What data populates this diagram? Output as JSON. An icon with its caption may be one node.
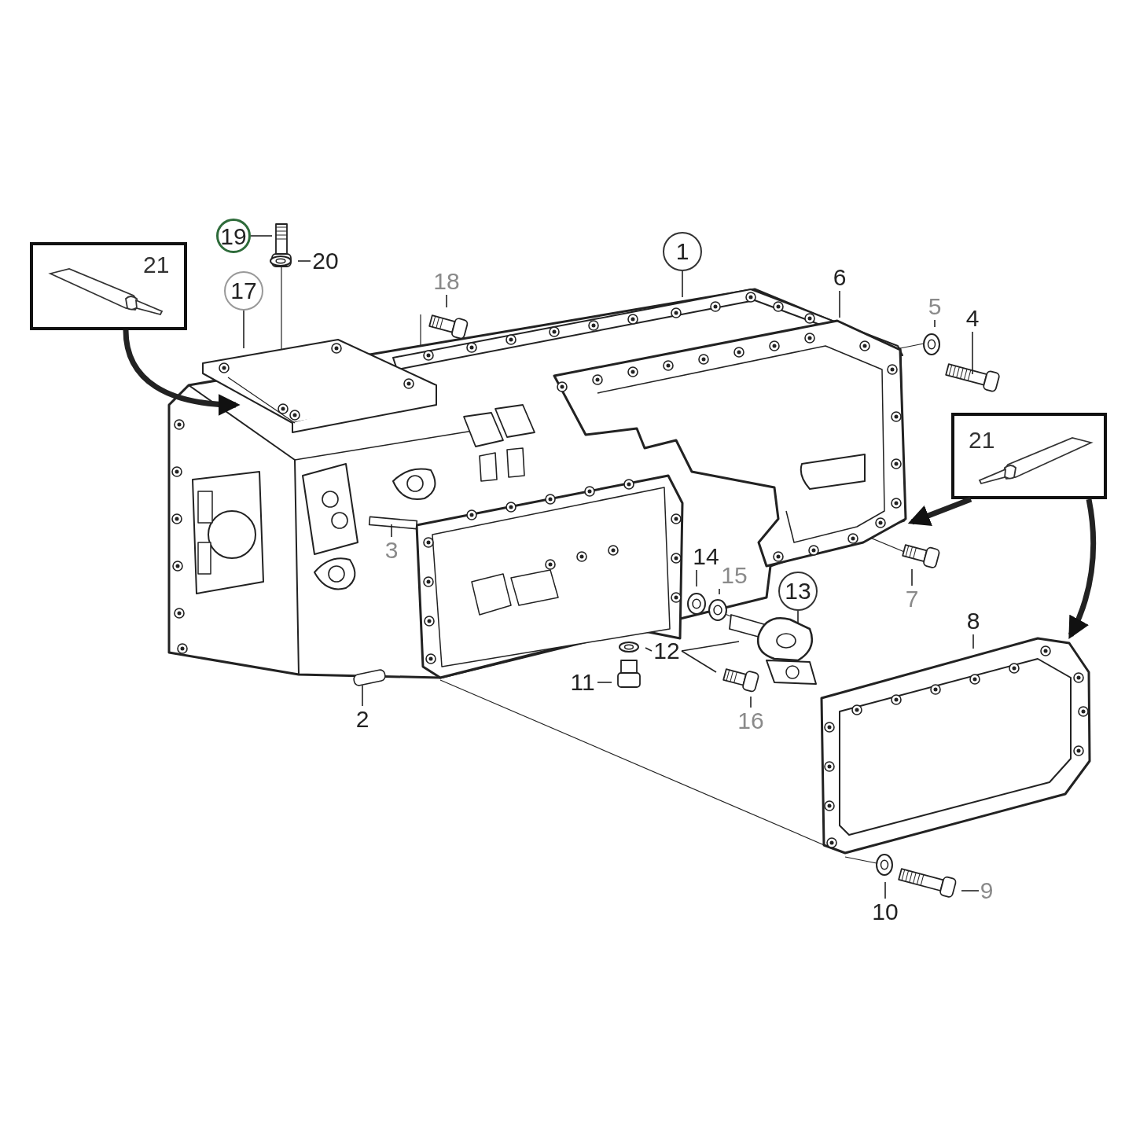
{
  "diagram": {
    "nodes": [
      {
        "text": [
          "21"
        ]
      },
      {
        "text": [
          "19"
        ]
      },
      {
        "text": [
          "20"
        ]
      },
      {
        "text": [
          "1"
        ]
      },
      {
        "text": [
          "17"
        ]
      },
      {
        "text": [
          "18"
        ]
      },
      {
        "text": [
          "6"
        ]
      },
      {
        "text": [
          "5"
        ]
      },
      {
        "text": [
          "4"
        ]
      },
      {
        "text": [
          "21"
        ]
      },
      {
        "text": [
          "3"
        ]
      },
      {
        "text": [
          "14"
        ]
      },
      {
        "text": [
          "15"
        ]
      },
      {
        "text": [
          "13"
        ]
      },
      {
        "text": [
          "7"
        ]
      },
      {
        "text": [
          "8"
        ]
      },
      {
        "text": [
          "12"
        ]
      },
      {
        "text": [
          "11"
        ]
      },
      {
        "text": [
          "2"
        ]
      },
      {
        "text": [
          "16"
        ]
      },
      {
        "text": [
          "9"
        ]
      },
      {
        "text": [
          "10"
        ]
      }
    ],
    "edges": [
      {
        "from": 0,
        "to": null,
        "arrow": "to",
        "style": "thick"
      },
      {
        "from": 1,
        "to": null,
        "arrow": "none"
      },
      {
        "from": 2,
        "to": null,
        "arrow": "none"
      },
      {
        "from": 3,
        "to": null,
        "arrow": "none"
      },
      {
        "from": 4,
        "to": null,
        "arrow": "none"
      },
      {
        "from": 5,
        "to": null,
        "arrow": "none"
      },
      {
        "from": 6,
        "to": null,
        "arrow": "none"
      },
      {
        "from": 7,
        "to": null,
        "arrow": "none"
      },
      {
        "from": 8,
        "to": null,
        "arrow": "none"
      },
      {
        "from": 9,
        "to": null,
        "arrow": "to",
        "style": "thick"
      },
      {
        "from": 9,
        "to": null,
        "arrow": "to",
        "style": "thick"
      },
      {
        "from": 10,
        "to": null,
        "arrow": "none"
      },
      {
        "from": 11,
        "to": null,
        "arrow": "none"
      },
      {
        "from": 12,
        "to": null,
        "arrow": "none"
      },
      {
        "from": 13,
        "to": null,
        "arrow": "none"
      },
      {
        "from": 14,
        "to": null,
        "arrow": "none"
      },
      {
        "from": 15,
        "to": null,
        "arrow": "none"
      },
      {
        "from": 16,
        "to": null,
        "arrow": "none"
      },
      {
        "from": 16,
        "to": null,
        "arrow": "none"
      },
      {
        "from": 16,
        "to": null,
        "arrow": "none"
      },
      {
        "from": 17,
        "to": null,
        "arrow": "none"
      },
      {
        "from": 18,
        "to": null,
        "arrow": "none"
      },
      {
        "from": 19,
        "to": null,
        "arrow": "none"
      },
      {
        "from": 20,
        "to": null,
        "arrow": "none"
      },
      {
        "from": 21,
        "to": null,
        "arrow": "none"
      }
    ]
  }
}
